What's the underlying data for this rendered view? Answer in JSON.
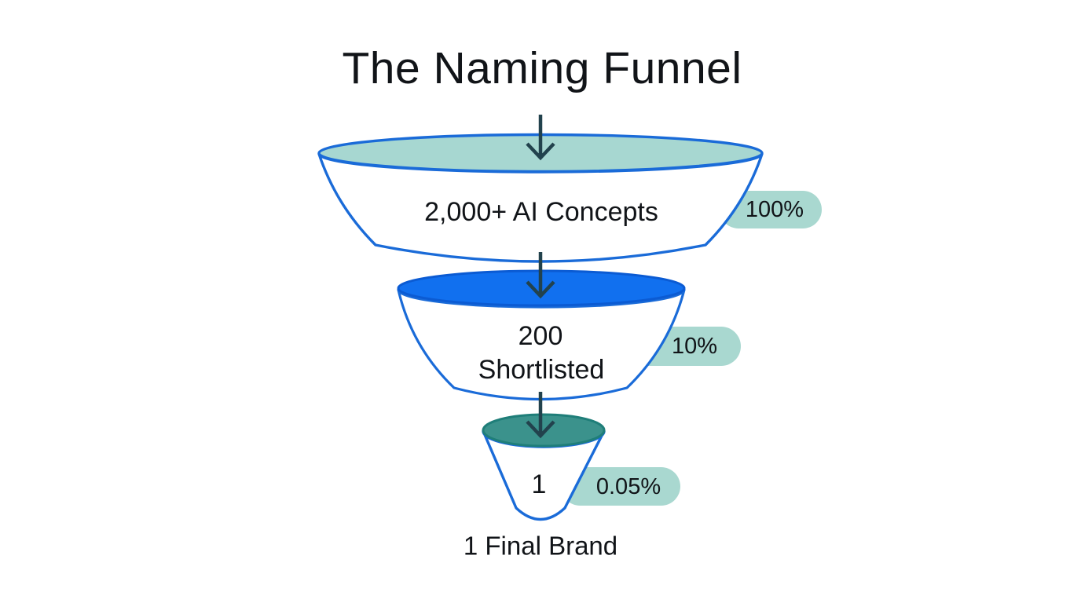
{
  "title": "The Naming Funnel",
  "chart_data": {
    "type": "funnel",
    "title": "The Naming Funnel",
    "stages": [
      {
        "label": "2,000+ AI Concepts",
        "value": "2,000+",
        "percent": "100%"
      },
      {
        "label": "200 Shortlisted",
        "value": "200",
        "percent": "10%"
      },
      {
        "label": "1",
        "value": "1",
        "percent": "0.05%"
      }
    ],
    "outcome": "1 Final Brand"
  },
  "funnel": {
    "stage1": {
      "label": "2,000+ AI Concepts",
      "badge": "100%"
    },
    "stage2": {
      "label_line1": "200",
      "label_line2": "Shortlisted",
      "badge": "10%"
    },
    "stage3": {
      "label": "1",
      "badge": "0.05%"
    },
    "outcome_label": "1 Final Brand"
  },
  "colors": {
    "funnel_outline_blue": "#1a6bd8",
    "stage1_top_fill": "#a7d7d1",
    "stage2_top_fill": "#1170ef",
    "stage2_top_stroke": "#0b5bd3",
    "stage3_top_fill": "#3b928c",
    "stage3_top_stroke": "#1f7e79",
    "funnel_body_fill": "#ffffff",
    "badge_bg": "#a9d8d0",
    "arrow": "#22424d",
    "text": "#111418",
    "background": "#ffffff"
  }
}
